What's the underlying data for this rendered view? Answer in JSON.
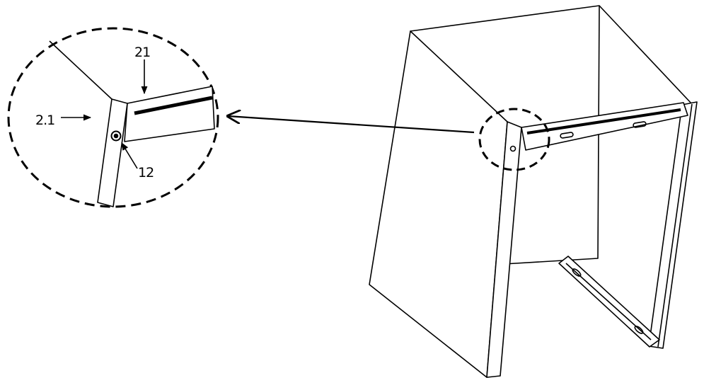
{
  "diagram": {
    "callouts": [
      {
        "id": "rail-label",
        "text": "21"
      },
      {
        "id": "panel-label",
        "text": "2.1"
      },
      {
        "id": "screw-label",
        "text": "12"
      }
    ]
  },
  "colors": {
    "line": "#000000",
    "background": "#ffffff"
  }
}
